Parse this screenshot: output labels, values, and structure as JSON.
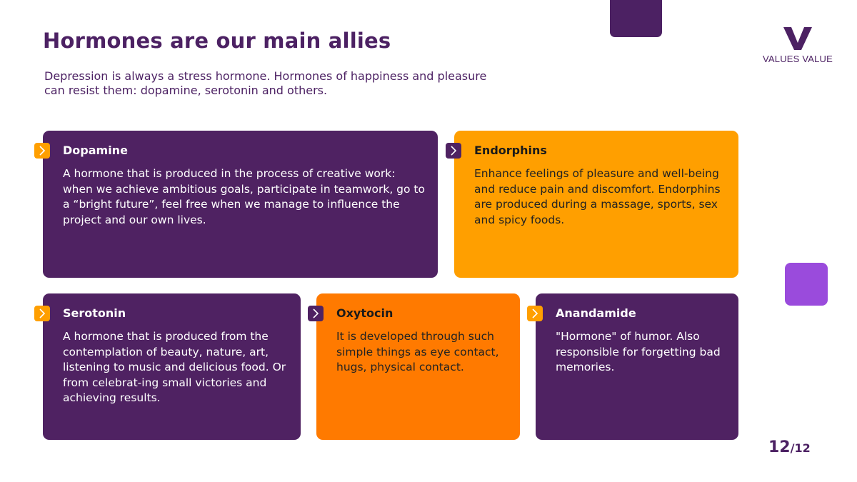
{
  "title": "Hormones are our main allies",
  "subtitle": "Depression is always a stress hormone. Hormones of happiness and pleasure can resist them: dopamine, serotonin and others.",
  "logo": {
    "text": "VALUES VALUE"
  },
  "colors": {
    "purple": "#4f2262",
    "amber": "#ff9f00",
    "orange": "#ff7a00",
    "violet": "#9a4bdc"
  },
  "cards": [
    {
      "title": "Dopamine",
      "body": "A hormone that is produced in the process of creative work: when we achieve ambitious goals, participate in teamwork, go to a “bright future”, feel free when we manage to influence the project and our own lives."
    },
    {
      "title": "Endorphins",
      "body": "Enhance feelings of pleasure and well-being and reduce pain and discomfort. Endorphins are produced during a massage, sports, sex and spicy foods."
    },
    {
      "title": "Serotonin",
      "body": "A hormone that is produced from the contemplation of beauty, nature, art, listening to music and delicious food. Or from celebrat-ing small victories and achieving results."
    },
    {
      "title": "Oxytocin",
      "body": "It is developed through such simple things as eye contact, hugs, physical contact."
    },
    {
      "title": "Anandamide",
      "body": "\"Hormone\" of humor. Also responsible for forgetting bad memories."
    }
  ],
  "pagination": {
    "current": "12",
    "total": "/12"
  }
}
